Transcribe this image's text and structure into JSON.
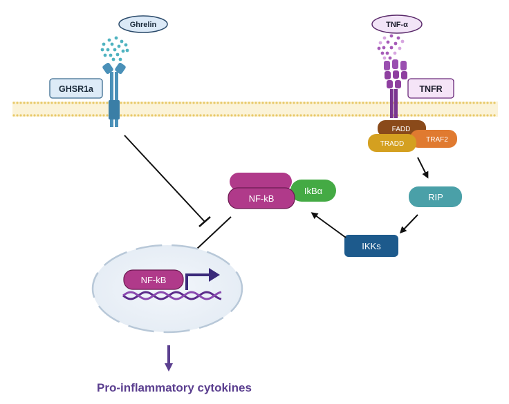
{
  "ligands": {
    "ghrelin": "Ghrelin",
    "tnf": "TNF-α"
  },
  "receptors": {
    "ghsr1a": "GHSR1a",
    "tnfr": "TNFR"
  },
  "adaptors": {
    "fadd": "FADD",
    "tradd": "TRADD",
    "traf2": "TRAF2"
  },
  "signaling": {
    "rip": "RIP",
    "ikks": "IKKs",
    "nfkb": "NF-kB",
    "ikba": "IkBα"
  },
  "nucleus": {
    "nfkb": "NF-kB"
  },
  "output": {
    "cytokines": "Pro-inflammatory cytokines"
  },
  "colors": {
    "ghrelin_receptor": "#4a90b8",
    "tnfr": "#8e3fa0",
    "nfkb": "#b03a8a",
    "ikba": "#44aa44",
    "rip": "#4aa0a8",
    "ikks": "#1d5a8c",
    "fadd": "#8a4a1a",
    "tradd": "#d4a020",
    "traf2": "#e07a30",
    "membrane": "#f0dc9a",
    "output_text": "#5b3f8f"
  }
}
